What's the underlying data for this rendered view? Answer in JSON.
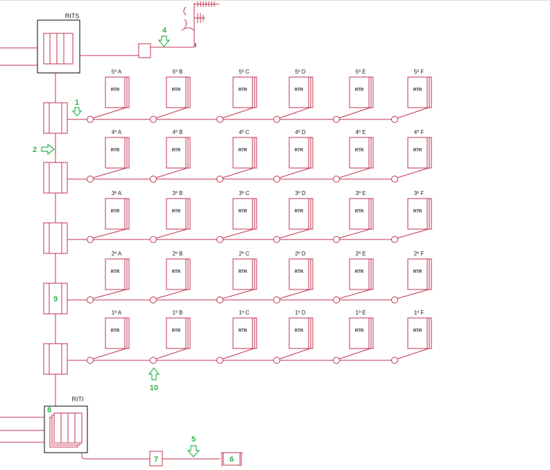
{
  "colors": {
    "line": "#c0304f",
    "frame": "#000000",
    "label": "#222222",
    "marker": "#2db34a"
  },
  "cabinets": {
    "top": "RITS",
    "bottom": "RITI"
  },
  "rtr_label": "RTR",
  "columns": [
    "A",
    "B",
    "C",
    "D",
    "E",
    "F"
  ],
  "floors": [
    {
      "floor": 5,
      "units": [
        "5º A",
        "5º B",
        "5º C",
        "5º D",
        "5º E",
        "5º F"
      ]
    },
    {
      "floor": 4,
      "units": [
        "4º A",
        "4º B",
        "4º C",
        "4º D",
        "4º E",
        "4º F"
      ]
    },
    {
      "floor": 3,
      "units": [
        "3º A",
        "3º B",
        "3º C",
        "3º D",
        "3º E",
        "3º F"
      ]
    },
    {
      "floor": 2,
      "units": [
        "2º A",
        "2º B",
        "2º C",
        "2º D",
        "2º E",
        "2º F"
      ]
    },
    {
      "floor": 1,
      "units": [
        "1º A",
        "1º B",
        "1º C",
        "1º D",
        "1º E",
        "1º F"
      ]
    }
  ],
  "markers": {
    "m1": "1",
    "m2": "2",
    "m4": "4",
    "m5": "5",
    "m6": "6",
    "m7": "7",
    "m8": "8",
    "m9": "9",
    "m10": "10"
  }
}
